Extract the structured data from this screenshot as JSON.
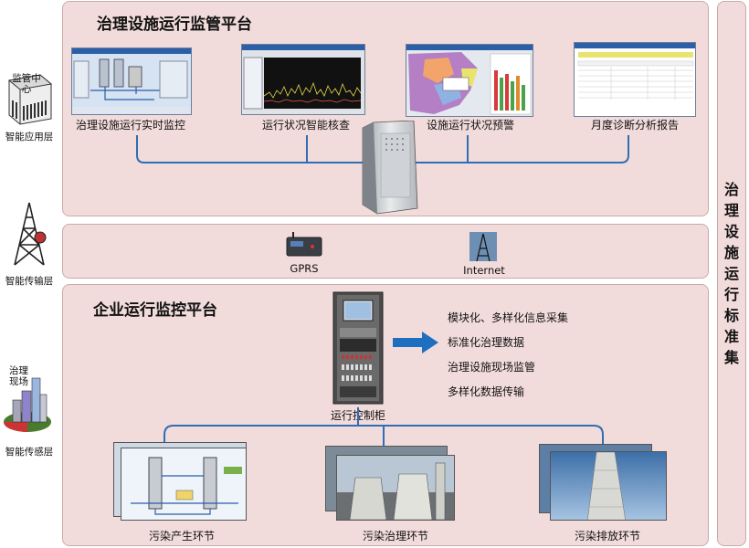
{
  "layers": {
    "app": "智能应用层",
    "transport": "智能传输层",
    "sensing": "智能传感层"
  },
  "layer_icons": {
    "monitor_center": "监管中心",
    "site": "治理现场"
  },
  "top_panel": {
    "title": "治理设施运行监管平台",
    "modules": [
      "治理设施运行实时监控",
      "运行状况智能核查",
      "设施运行状况预警",
      "月度诊断分析报告"
    ]
  },
  "middle_panel": {
    "gprs": "GPRS",
    "internet": "Internet"
  },
  "bottom_panel": {
    "title": "企业运行监控平台",
    "cabinet_label": "运行控制柜",
    "features": [
      "模块化、多样化信息采集",
      "标准化治理数据",
      "治理设施现场监管",
      "多样化数据传输"
    ],
    "stages": [
      "污染产生环节",
      "污染治理环节",
      "污染排放环节"
    ]
  },
  "right_bar": {
    "chars": [
      "治",
      "理",
      "设",
      "施",
      "运",
      "行",
      "标",
      "准",
      "集"
    ]
  },
  "colors": {
    "panel_bg": "#f2dcdb",
    "line": "#2f6db5",
    "arrow": "#1f6fc0"
  }
}
